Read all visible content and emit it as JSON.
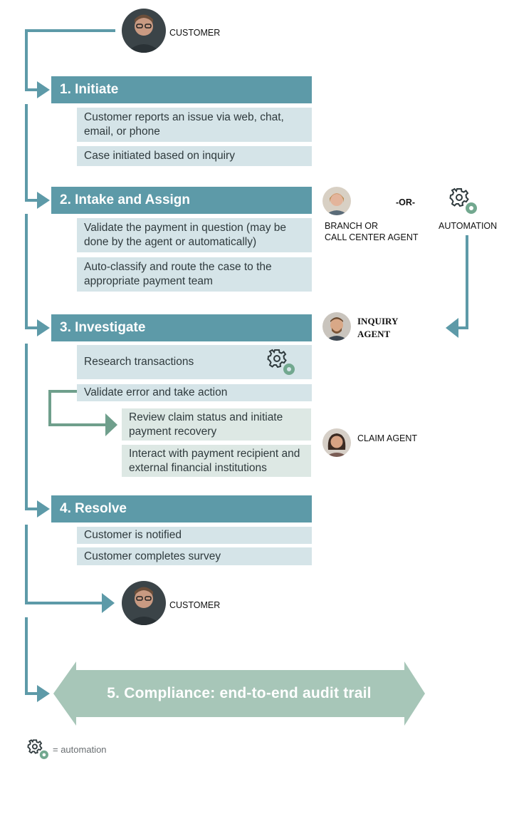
{
  "colors": {
    "stage": "#5d9aa8",
    "sub": "#d5e4e8",
    "claim_sub": "#dde8e4",
    "connector": "#5d9aa8",
    "branch": "#6f9f8c",
    "banner": "#a7c6b8",
    "gear_dark": "#2f3a3d",
    "gear_green": "#72a88f"
  },
  "actors": {
    "customer_top": "CUSTOMER",
    "branch_agent_line1": "BRANCH OR",
    "branch_agent_line2": "CALL CENTER AGENT",
    "or": "-OR-",
    "automation": "AUTOMATION",
    "inquiry_line1": "INQUIRY",
    "inquiry_line2": "AGENT",
    "claim": "CLAIM AGENT",
    "customer_bottom": "CUSTOMER"
  },
  "stages": [
    {
      "title": "1. Initiate",
      "items": [
        "Customer reports an issue via web, chat, email, or phone",
        "Case initiated based on inquiry"
      ]
    },
    {
      "title": "2. Intake and Assign",
      "items": [
        "Validate the payment in question (may be done by the agent or automatically)",
        "Auto-classify and route the case to the appropriate payment team"
      ]
    },
    {
      "title": "3. Investigate",
      "items": [
        "Research transactions",
        "Validate error and take action"
      ],
      "claim_items": [
        "Review claim status and initiate payment recovery",
        "Interact with payment recipient and external financial institutions"
      ]
    },
    {
      "title": "4. Resolve",
      "items": [
        "Customer is notified",
        "Customer completes survey"
      ]
    }
  ],
  "compliance": "5. Compliance:  end-to-end audit trail",
  "legend": "= automation",
  "icons": {
    "automation": "gear-pair-icon",
    "person": "avatar-icon"
  }
}
